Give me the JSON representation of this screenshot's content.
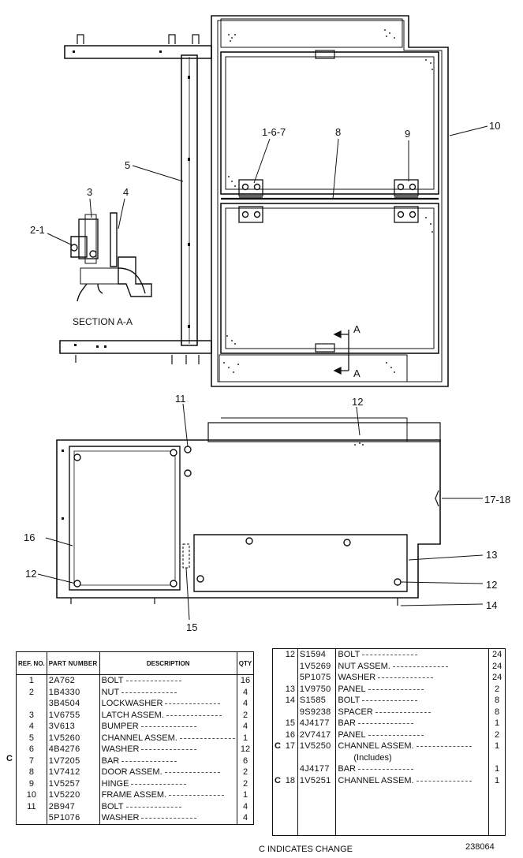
{
  "callouts": {
    "c10": "10",
    "c1_6_7": "1-6-7",
    "c8": "8",
    "c9": "9",
    "c5": "5",
    "c3": "3",
    "c4": "4",
    "c2_1": "2-1",
    "cA1": "A",
    "cA2": "A",
    "c11": "11",
    "c12a": "12",
    "c17_18": "17-18",
    "c16": "16",
    "c12b": "12",
    "c13": "13",
    "c12c": "12",
    "c14": "14",
    "c15": "15"
  },
  "section_label": "SECTION A-A",
  "left_table": {
    "headers": {
      "ref": "REF. NO.",
      "part": "PART NUMBER",
      "desc": "DESCRIPTION",
      "qty": "QTY"
    },
    "rows": [
      {
        "ref": "1",
        "part": "2A762",
        "desc": "BOLT",
        "qty": "16"
      },
      {
        "ref": "2",
        "part": "1B4330",
        "desc": "NUT",
        "qty": "4"
      },
      {
        "ref": "",
        "part": "3B4504",
        "desc": "LOCKWASHER",
        "qty": "4"
      },
      {
        "ref": "3",
        "part": "1V6755",
        "desc": "LATCH ASSEM.",
        "qty": "2"
      },
      {
        "ref": "4",
        "part": "3V613",
        "desc": "BUMPER",
        "qty": "4"
      },
      {
        "ref": "5",
        "part": "1V5260",
        "desc": "CHANNEL ASSEM.",
        "qty": "1"
      },
      {
        "ref": "6",
        "part": "4B4276",
        "desc": "WASHER",
        "qty": "12"
      },
      {
        "ref": "7",
        "part": "1V7205",
        "desc": "BAR",
        "qty": "6"
      },
      {
        "ref": "8",
        "part": "1V7412",
        "desc": "DOOR ASSEM.",
        "qty": "2"
      },
      {
        "ref": "9",
        "part": "1V5257",
        "desc": "HINGE",
        "qty": "2"
      },
      {
        "ref": "10",
        "part": "1V5220",
        "desc": "FRAME ASSEM.",
        "qty": "1"
      },
      {
        "ref": "11",
        "part": "2B947",
        "desc": "BOLT",
        "qty": "4"
      },
      {
        "ref": "",
        "part": "5P1076",
        "desc": "WASHER",
        "qty": "4"
      }
    ],
    "change_mark": "C"
  },
  "right_table": {
    "rows": [
      {
        "mark": "",
        "ref": "12",
        "part": "S1594",
        "desc": "BOLT",
        "qty": "24"
      },
      {
        "mark": "",
        "ref": "",
        "part": "1V5269",
        "desc": "NUT ASSEM.",
        "qty": "24"
      },
      {
        "mark": "",
        "ref": "",
        "part": "5P1075",
        "desc": "WASHER",
        "qty": "24"
      },
      {
        "mark": "",
        "ref": "13",
        "part": "1V9750",
        "desc": "PANEL",
        "qty": "2"
      },
      {
        "mark": "",
        "ref": "14",
        "part": "S1585",
        "desc": "BOLT",
        "qty": "8"
      },
      {
        "mark": "",
        "ref": "",
        "part": "9S9238",
        "desc": "SPACER",
        "qty": "8"
      },
      {
        "mark": "",
        "ref": "15",
        "part": "4J4177",
        "desc": "BAR",
        "qty": "1"
      },
      {
        "mark": "",
        "ref": "16",
        "part": "2V7417",
        "desc": "PANEL",
        "qty": "2"
      },
      {
        "mark": "C",
        "ref": "17",
        "part": "1V5250",
        "desc": "CHANNEL ASSEM.",
        "qty": "1"
      },
      {
        "mark": "",
        "ref": "",
        "part": "",
        "desc": "(Includes)",
        "qty": ""
      },
      {
        "mark": "",
        "ref": "",
        "part": "4J4177",
        "desc": "BAR",
        "qty": "1"
      },
      {
        "mark": "C",
        "ref": "18",
        "part": "1V5251",
        "desc": "CHANNEL ASSEM.",
        "qty": "1"
      }
    ]
  },
  "footer": {
    "note": "C INDICATES CHANGE",
    "doc_number": "238064"
  }
}
